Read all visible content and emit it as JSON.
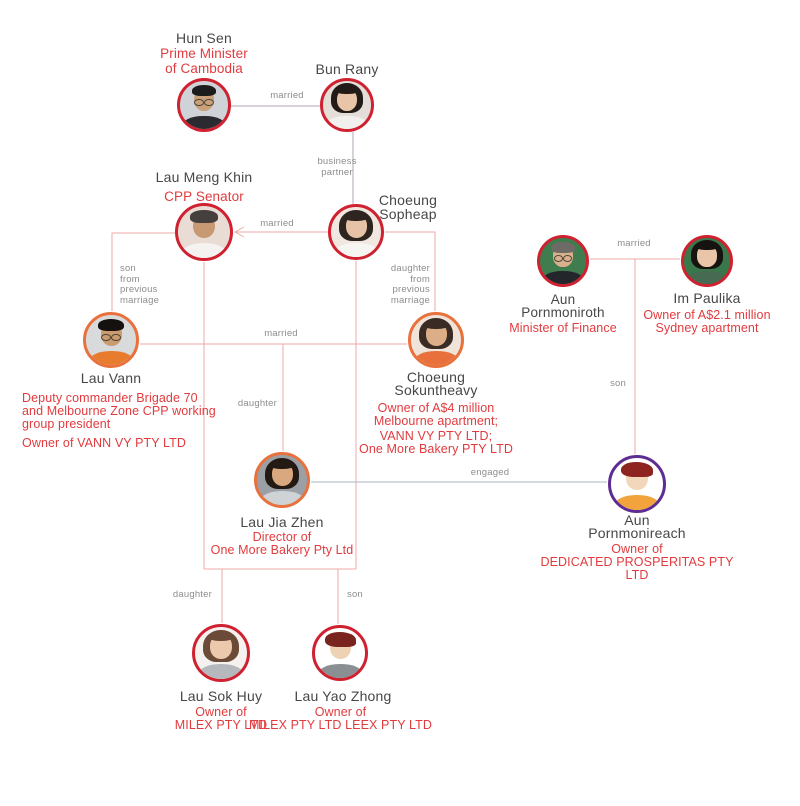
{
  "diagram_type": "family-and-business relationship diagram",
  "colors": {
    "background": "#ffffff",
    "name_text": "#474747",
    "detail_text_red": "#e23b3e",
    "edge_label_text": "#8d8d8d",
    "ring_red": "#cf2130",
    "ring_orange": "#e8713c",
    "ring_purple": "#5e2d91",
    "line_family": "#ecaaa8",
    "line_married_top": "#b5a6b4",
    "line_engaged": "#a9b4c4"
  },
  "people": {
    "hun_sen": {
      "name_lines": [
        "Hun Sen"
      ],
      "detail_lines": [
        "Prime Minister",
        "of Cambodia"
      ]
    },
    "bun_rany": {
      "name_lines": [
        "Bun Rany"
      ],
      "detail_lines": []
    },
    "lau_meng_khin": {
      "name_lines": [
        "Lau Meng Khin"
      ],
      "detail_lines": [
        "CPP Senator"
      ]
    },
    "choeung_sopheap": {
      "name_lines": [
        "Choeung",
        "Sopheap"
      ],
      "detail_lines": []
    },
    "aun_pornmoniroth": {
      "name_lines": [
        "Aun",
        "Pornmoniroth"
      ],
      "detail_lines": [
        "Minister of Finance"
      ]
    },
    "im_paulika": {
      "name_lines": [
        "Im Paulika"
      ],
      "detail_lines": [
        "Owner of A$2.1 million",
        "Sydney apartment"
      ]
    },
    "lau_vann": {
      "name_lines": [
        "Lau Vann"
      ],
      "detail_lines": [
        "Deputy commander Brigade 70",
        "and Melbourne Zone CPP working",
        "group president",
        "Owner of VANN VY PTY LTD"
      ]
    },
    "choeung_sokuntheavy": {
      "name_lines": [
        "Choeung",
        "Sokuntheavy"
      ],
      "detail_lines": [
        "Owner of A$4 million",
        "Melbourne apartment;",
        "VANN VY PTY LTD;",
        "One More Bakery PTY LTD"
      ]
    },
    "lau_jia_zhen": {
      "name_lines": [
        "Lau Jia Zhen"
      ],
      "detail_lines": [
        "Director of",
        "One More Bakery Pty Ltd"
      ]
    },
    "aun_pornmonireach": {
      "name_lines": [
        "Aun",
        "Pornmonireach"
      ],
      "detail_lines": [
        "Owner of",
        "DEDICATED PROSPERITAS PTY LTD"
      ]
    },
    "lau_sok_huy": {
      "name_lines": [
        "Lau Sok Huy"
      ],
      "detail_lines": [
        "Owner of",
        "MILEX PTY LTD"
      ]
    },
    "lau_yao_zhong": {
      "name_lines": [
        "Lau Yao Zhong"
      ],
      "detail_lines": [
        "Owner of",
        "MILEX PTY LTD LEEX PTY LTD"
      ]
    }
  },
  "edges": {
    "married_hun_sen_bun_rany": "married",
    "business_partner": [
      "business",
      "partner"
    ],
    "married_meng_khin_sopheap": "married",
    "son_from_previous_marriage": [
      "son",
      "from",
      "previous",
      "marriage"
    ],
    "daughter_from_previous_marriage": [
      "daughter",
      "from",
      "previous",
      "marriage"
    ],
    "married_vann_sokuntheavy": "married",
    "daughter_jia_zhen": "daughter",
    "engaged": "engaged",
    "married_pornmoniroth_paulika": "married",
    "son_pornmonireach": "son",
    "daughter_sok_huy": "daughter",
    "son_yao_zhong": "son"
  }
}
